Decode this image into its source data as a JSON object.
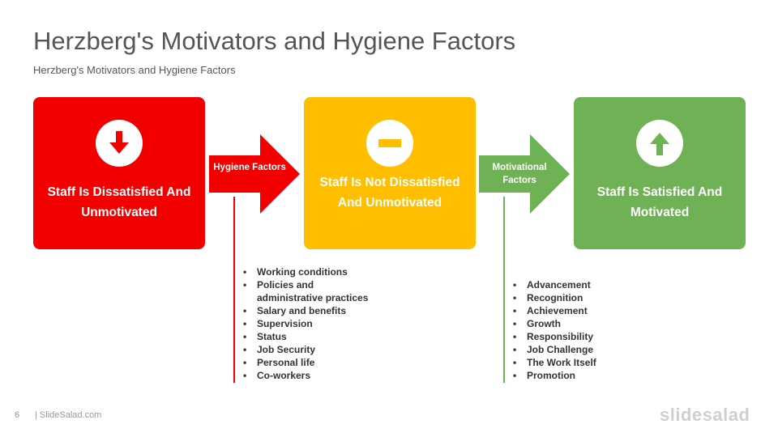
{
  "title": "Herzberg's Motivators and Hygiene Factors",
  "subtitle": "Herzberg's Motivators and Hygiene Factors",
  "boxes": {
    "dissatisfied": {
      "label": "Staff Is Dissatisfied And Unmotivated",
      "color": "#f20000",
      "icon": "arrow-down-icon"
    },
    "neutral": {
      "label": "Staff Is Not Dissatisfied And Unmotivated",
      "color": "#ffbf00",
      "icon": "minus-icon"
    },
    "satisfied": {
      "label": "Staff Is Satisfied And Motivated",
      "color": "#6fb256",
      "icon": "arrow-up-icon"
    }
  },
  "arrows": {
    "hygiene": {
      "label": "Hygiene Factors",
      "color": "#f20000"
    },
    "motivational": {
      "label": "Motivational Factors",
      "color": "#6fb256"
    }
  },
  "hygiene_factors": [
    "Working conditions",
    "Policies and administrative practices",
    "Salary and benefits",
    "Supervision",
    "Status",
    "Job Security",
    "Personal life",
    "Co-workers"
  ],
  "motivational_factors": [
    "Advancement",
    "Recognition",
    "Achievement",
    "Growth",
    "Responsibility",
    "Job Challenge",
    "The Work Itself",
    "Promotion"
  ],
  "footer": {
    "page_number": "6",
    "brand": "| SlideSalad.com",
    "logo": "slidesalad"
  }
}
